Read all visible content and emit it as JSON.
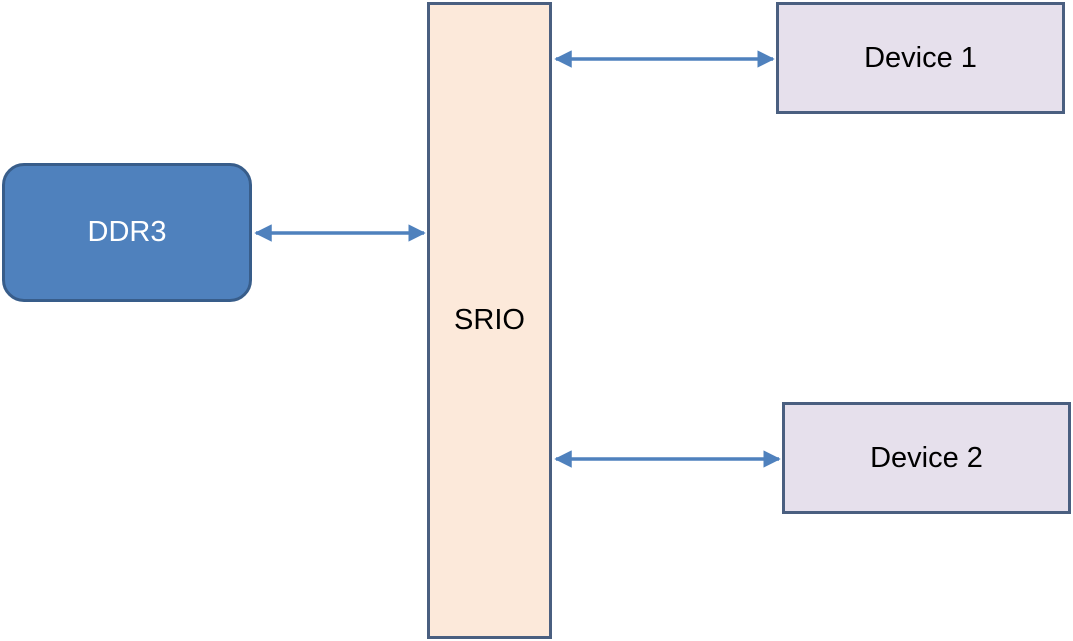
{
  "nodes": {
    "ddr3": "DDR3",
    "srio": "SRIO",
    "device1": "Device 1",
    "device2": "Device 2"
  },
  "colors": {
    "ddr3_fill": "#4f81bd",
    "srio_fill": "#fce9da",
    "device_fill": "#e6e0ec",
    "arrow": "#4f81bd",
    "border": "#4a5f80"
  },
  "edges": [
    {
      "from": "ddr3",
      "to": "srio",
      "direction": "bidirectional"
    },
    {
      "from": "srio",
      "to": "device1",
      "direction": "bidirectional"
    },
    {
      "from": "srio",
      "to": "device2",
      "direction": "bidirectional"
    }
  ]
}
